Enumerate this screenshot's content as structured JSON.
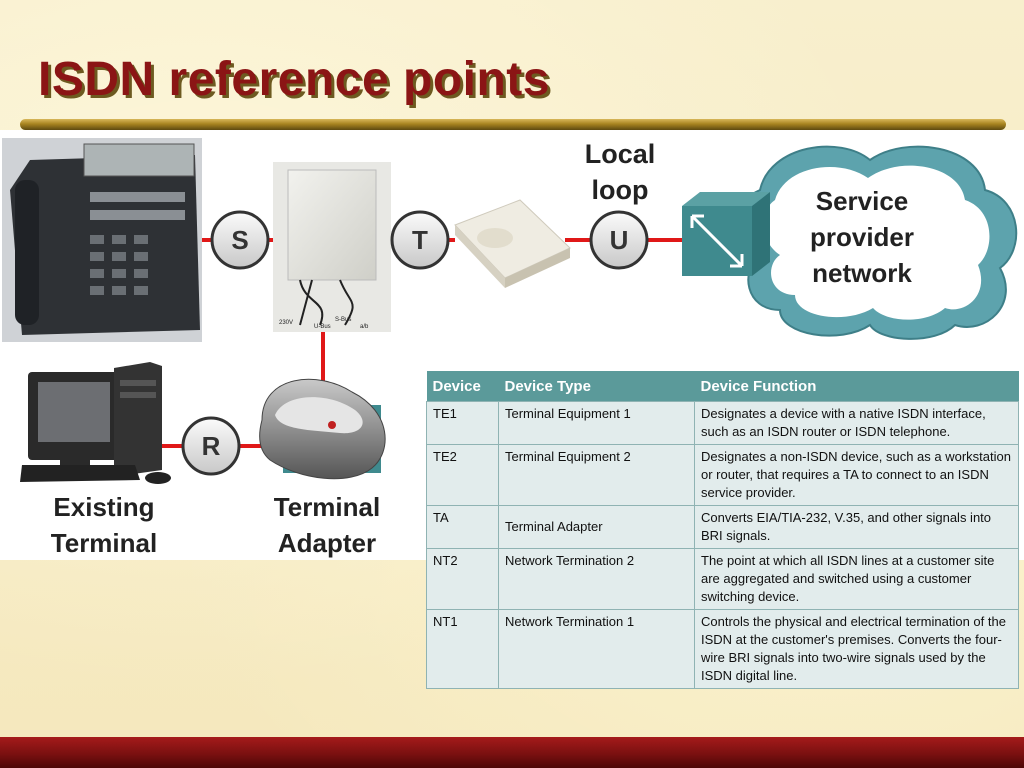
{
  "title": "ISDN reference points",
  "diagram": {
    "points": {
      "s": "S",
      "t": "T",
      "u": "U",
      "r": "R"
    },
    "local_loop": [
      "Local",
      "loop"
    ],
    "cloud": [
      "Service",
      "provider",
      "network"
    ],
    "existing_terminal": [
      "Existing",
      "Terminal"
    ],
    "terminal_adapter": [
      "Terminal",
      "Adapter"
    ],
    "nt2_labels": {
      "v230": "230V",
      "ubus": "U-Bus",
      "sbus": "S-Bus",
      "ab": "a/b"
    },
    "colors": {
      "link": "#e01818",
      "cloud": "#5da3ad",
      "switch": "#3f8a8e"
    }
  },
  "table": {
    "headers": [
      "Device",
      "Device Type",
      "Device Function"
    ],
    "rows": [
      {
        "device": "TE1",
        "type": "Terminal Equipment 1",
        "function": "Designates a device with a native ISDN interface, such as an ISDN router or ISDN telephone."
      },
      {
        "device": "TE2",
        "type": "Terminal Equipment 2",
        "function": "Designates a non-ISDN device, such as a workstation or router, that requires a TA to connect to an ISDN service provider."
      },
      {
        "device": "TA",
        "type": "Terminal Adapter",
        "function": "Converts EIA/TIA-232, V.35, and other signals into BRI signals."
      },
      {
        "device": "NT2",
        "type": "Network Termination 2",
        "function": "The point at which all ISDN lines at a customer site are aggregated and switched using a customer switching device."
      },
      {
        "device": "NT1",
        "type": "Network Termination 1",
        "function": "Controls the physical and electrical termination of the ISDN at the customer's premises. Converts the four-wire BRI signals into two-wire signals used by the ISDN digital line."
      }
    ]
  }
}
